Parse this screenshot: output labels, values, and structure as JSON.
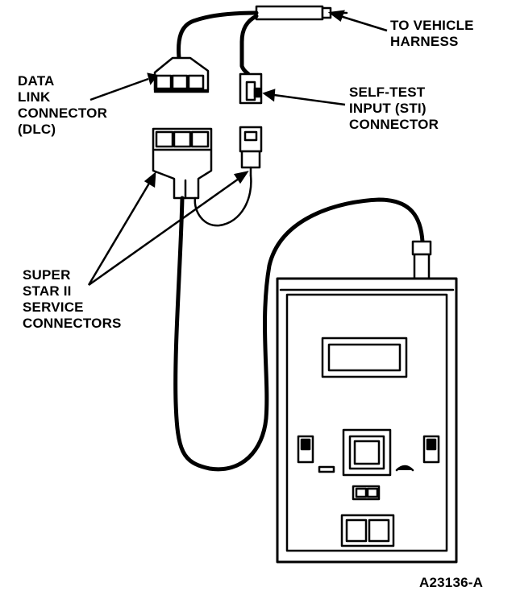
{
  "labels": {
    "vehicle_harness": [
      "TO VEHICLE",
      "HARNESS"
    ],
    "data_link_connector": [
      "DATA",
      "LINK",
      "CONNECTOR",
      "(DLC)"
    ],
    "self_test_input": [
      "SELF-TEST",
      "INPUT (STI)",
      "CONNECTOR"
    ],
    "service_connectors": [
      "SUPER",
      "STAR II",
      "SERVICE",
      "CONNECTORS"
    ],
    "figure_id": "A23136-A"
  },
  "colors": {
    "ink": "#000000",
    "paper": "#ffffff"
  }
}
